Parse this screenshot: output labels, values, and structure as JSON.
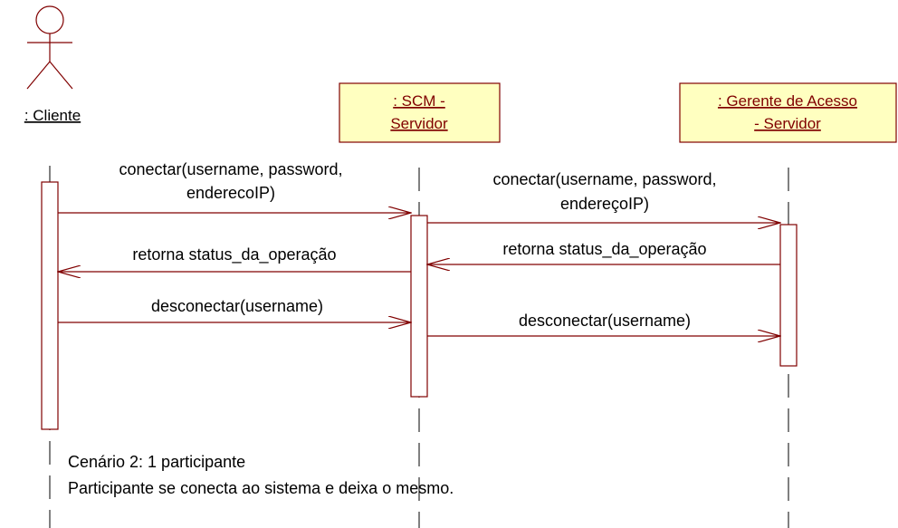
{
  "actor": {
    "label": ": Cliente"
  },
  "objects": [
    {
      "id": "scm",
      "line1": ": SCM -",
      "line2": "Servidor"
    },
    {
      "id": "gerente",
      "line1": ": Gerente de Acesso",
      "line2": "- Servidor"
    }
  ],
  "messages": [
    {
      "id": "msg1",
      "line1": "conectar(username, password,",
      "line2": "enderecoIP)"
    },
    {
      "id": "msg2",
      "line1": "conectar(username, password,",
      "line2": "endereçoIP)"
    },
    {
      "id": "msg3",
      "line1": "retorna status_da_operação"
    },
    {
      "id": "msg4",
      "line1": "retorna status_da_operação"
    },
    {
      "id": "msg5",
      "line1": "desconectar(username)"
    },
    {
      "id": "msg6",
      "line1": "desconectar(username)"
    }
  ],
  "note": {
    "line1": "Cenário 2: 1 participante",
    "line2": "Participante se conecta ao sistema e deixa o mesmo."
  },
  "colors": {
    "line": "#800000",
    "object_fill": "#ffffc0",
    "text": "#000000"
  }
}
